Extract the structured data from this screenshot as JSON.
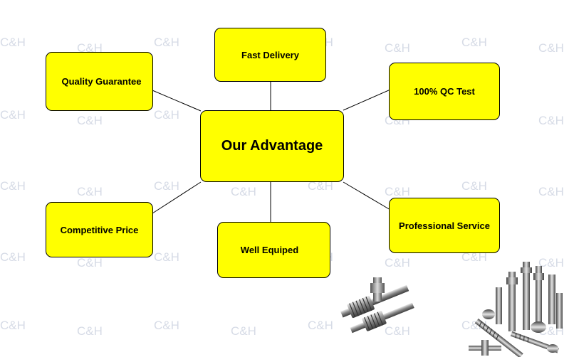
{
  "center": {
    "label": "Our Advantage"
  },
  "nodes": {
    "fast_delivery": "Fast Delivery",
    "quality_guarantee": "Quality Guarantee",
    "qc_test": "100% QC Test",
    "competitive_price": "Competitive Price",
    "well_equipped": "Well Equiped",
    "professional_service": "Professional Service"
  },
  "watermark": {
    "text": "C&H",
    "color": "#d6dbe6"
  },
  "colors": {
    "box_fill": "#ffff00",
    "border": "#000000"
  },
  "images": {
    "gears_photo": "gear-shafts-photo",
    "parts_photo": "machined-parts-photo"
  }
}
